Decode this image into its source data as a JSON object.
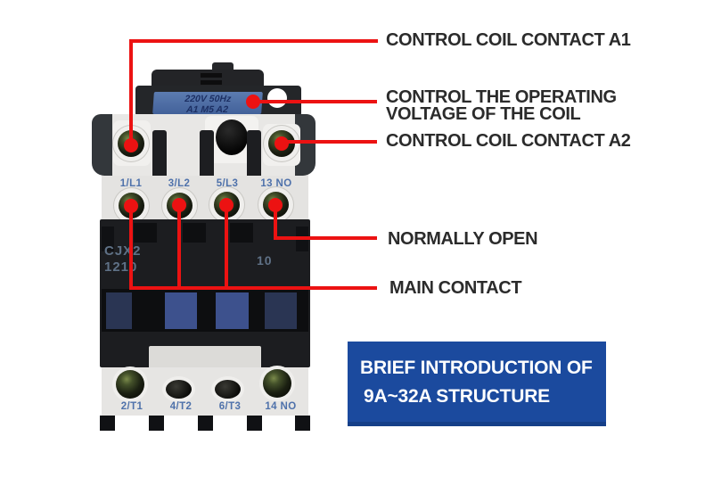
{
  "annotations": {
    "coil_contact_a1": "CONTROL COIL CONTACT A1",
    "operating_voltage_line1": "CONTROL THE OPERATING",
    "operating_voltage_line2": "VOLTAGE OF THE COIL",
    "coil_contact_a2": "CONTROL COIL CONTACT A2",
    "normally_open": "NORMALLY OPEN",
    "main_contact": "MAIN CONTACT"
  },
  "device": {
    "coil_label_line1": "220V 50Hz",
    "coil_label_line2": "A1  M5  A2",
    "model_line1": "CJX2",
    "model_line2": "1210",
    "aux_marking": "10",
    "terminals_top": [
      "1/L1",
      "3/L2",
      "5/L3",
      "13 NO"
    ],
    "terminals_bottom": [
      "2/T1",
      "4/T2",
      "6/T3",
      "14 NO"
    ]
  },
  "info_box": {
    "line1": "BRIEF INTRODUCTION OF",
    "line2": "9A~32A STRUCTURE"
  },
  "colors": {
    "callout_red": "#ec1212",
    "info_box_blue": "#1b4a9e",
    "info_box_edge": "#153f88",
    "terminal_text_blue": "#4f72ab",
    "annotation_text": "#2b2b2b",
    "coil_label_bg": "#4a6da6",
    "coil_label_text": "#1c2f63",
    "device_light_gray": "#e8e7e5",
    "device_dark": "#1c1d20"
  }
}
